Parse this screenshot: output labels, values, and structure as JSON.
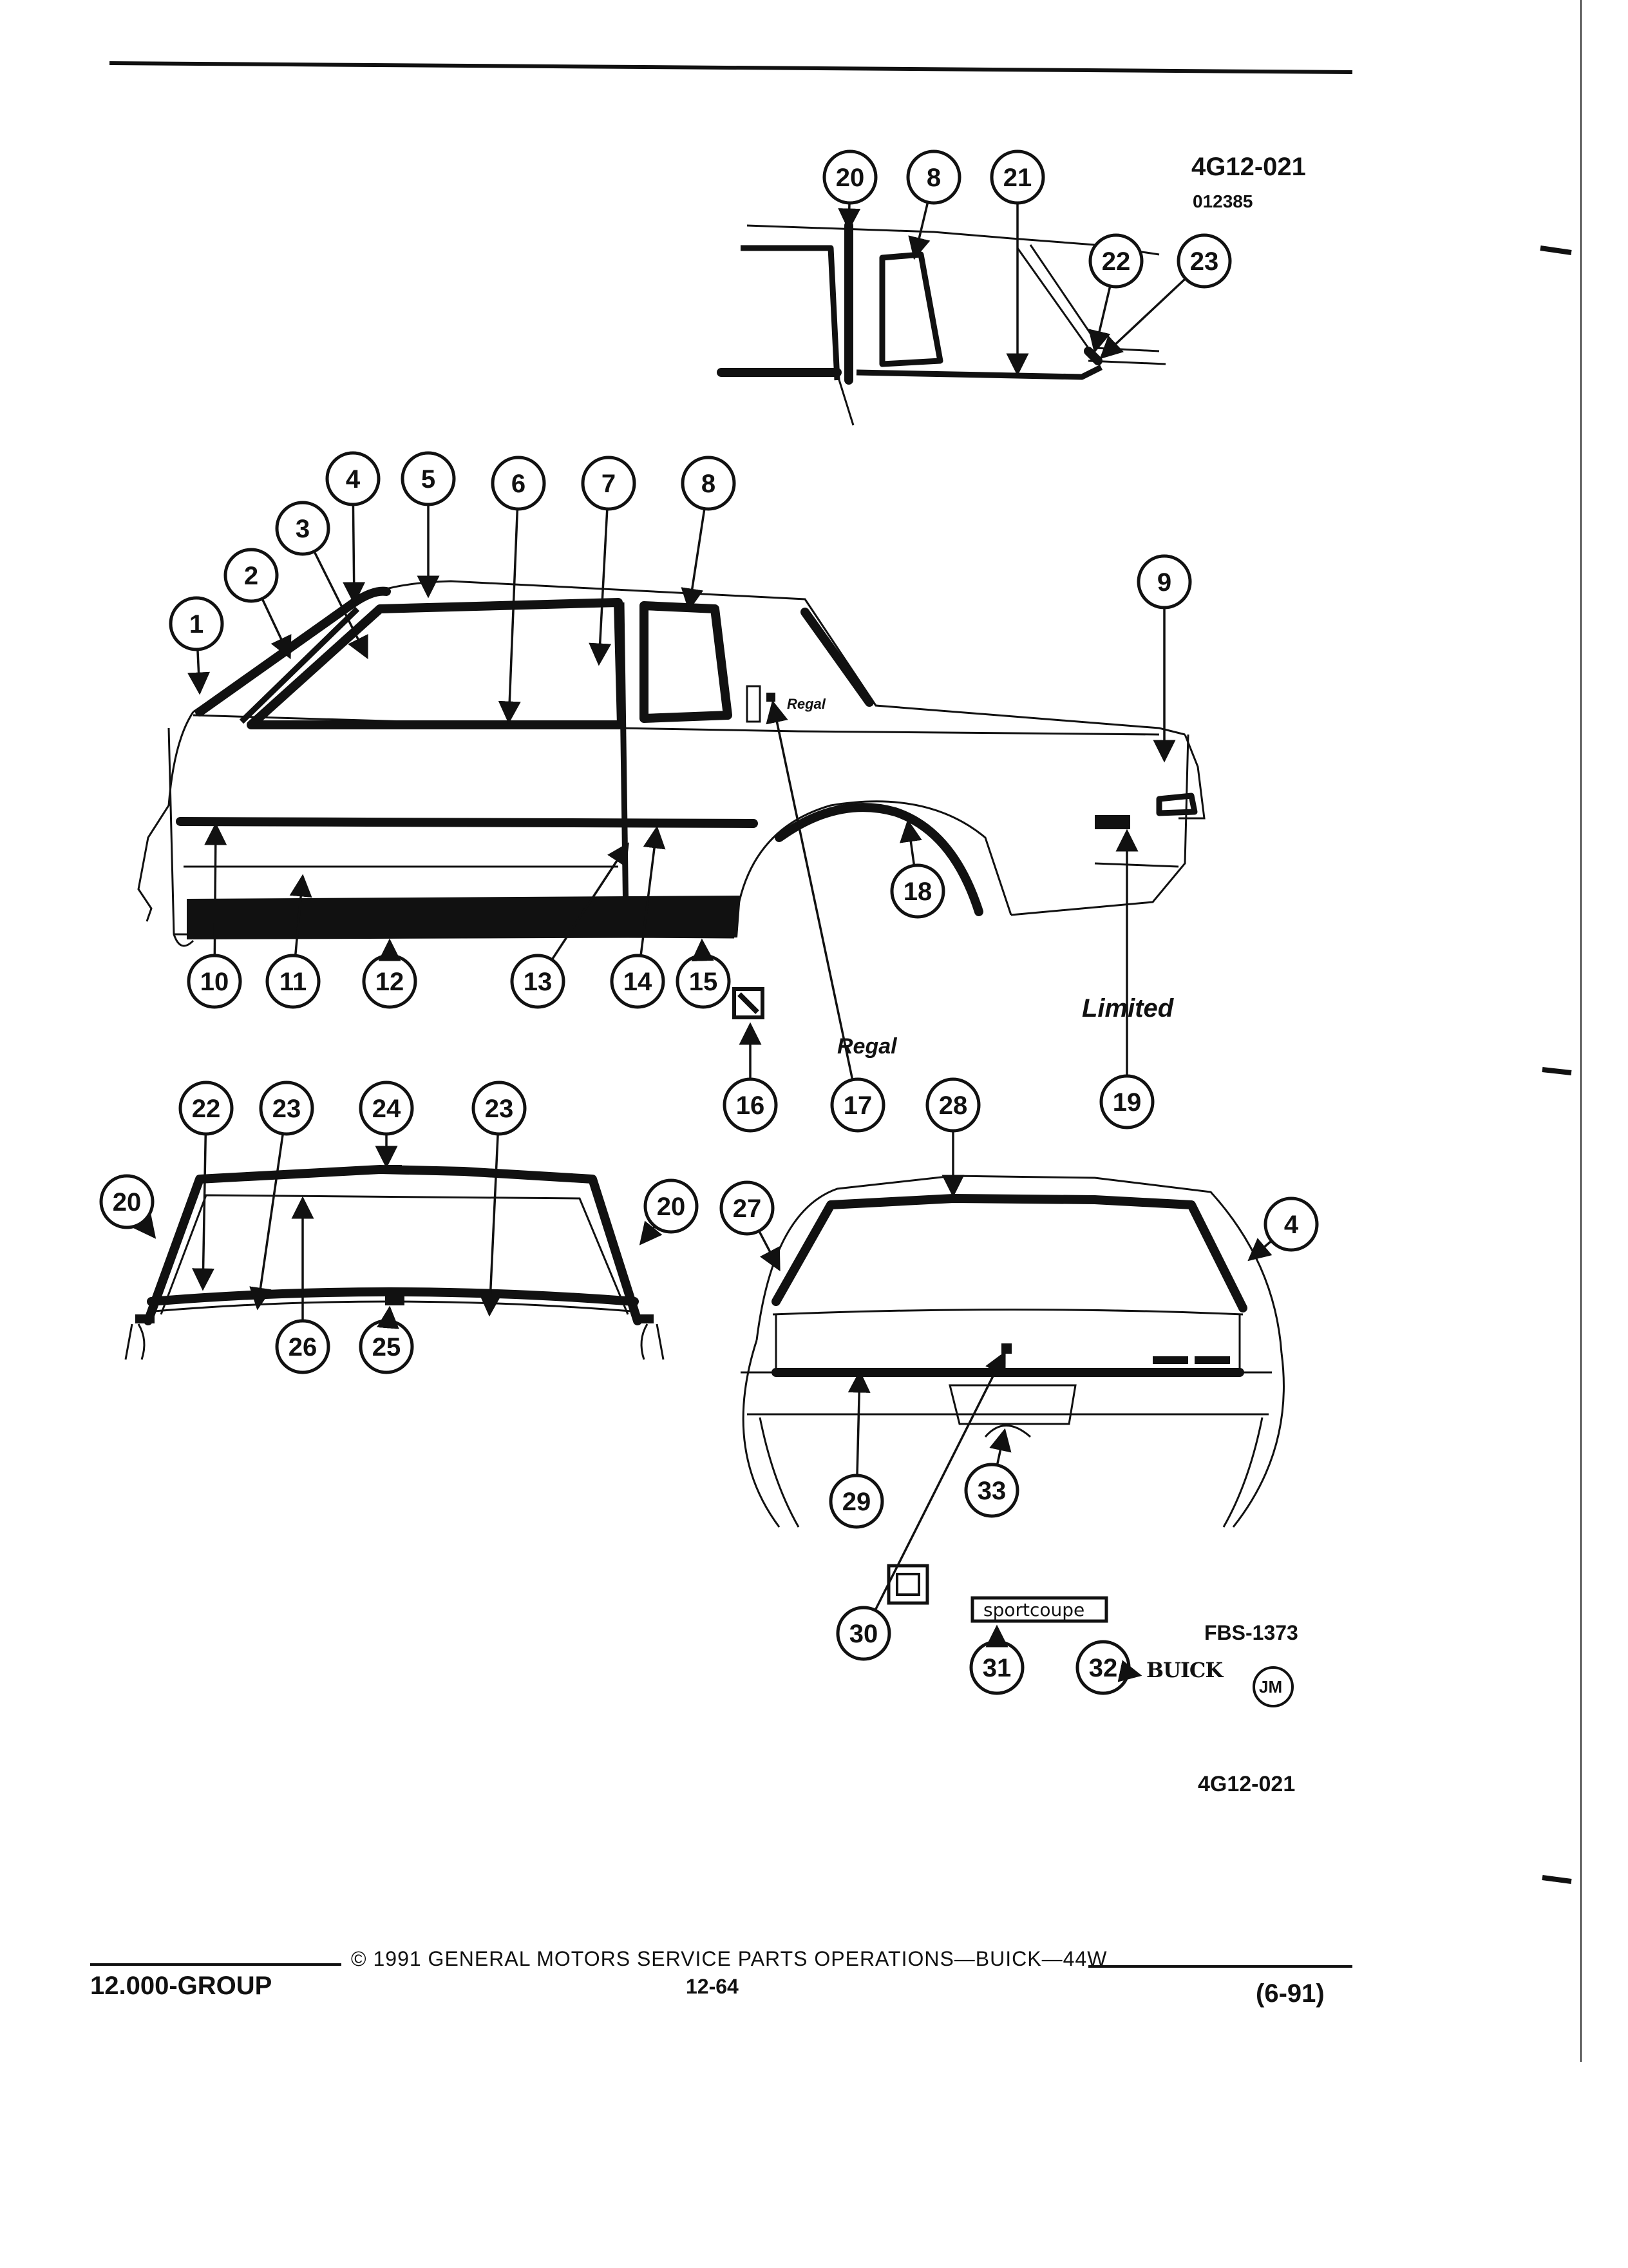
{
  "labels": {
    "drawing_id_top": "4G12-021",
    "drawing_date": "012385",
    "fbs_number": "FBS-1373",
    "jm_mark": "JM",
    "drawing_id_bottom": "4G12-021"
  },
  "emblems": {
    "sportcoupe": "sportcoupe",
    "buick": "BUICK"
  },
  "callouts": [
    {
      "id": "20",
      "group": "inset"
    },
    {
      "id": "8",
      "group": "inset"
    },
    {
      "id": "21",
      "group": "inset"
    },
    {
      "id": "22",
      "group": "inset"
    },
    {
      "id": "23",
      "group": "inset"
    },
    {
      "id": "1",
      "group": "side"
    },
    {
      "id": "2",
      "group": "side"
    },
    {
      "id": "3",
      "group": "side"
    },
    {
      "id": "4",
      "group": "side"
    },
    {
      "id": "5",
      "group": "side"
    },
    {
      "id": "6",
      "group": "side"
    },
    {
      "id": "7",
      "group": "side"
    },
    {
      "id": "8",
      "group": "side"
    },
    {
      "id": "9",
      "group": "side"
    },
    {
      "id": "10",
      "group": "side"
    },
    {
      "id": "11",
      "group": "side"
    },
    {
      "id": "12",
      "group": "side"
    },
    {
      "id": "13",
      "group": "side"
    },
    {
      "id": "14",
      "group": "side"
    },
    {
      "id": "15",
      "group": "side"
    },
    {
      "id": "16",
      "group": "side"
    },
    {
      "id": "17",
      "group": "side"
    },
    {
      "id": "18",
      "group": "side"
    },
    {
      "id": "19",
      "group": "side"
    },
    {
      "id": "22",
      "group": "front"
    },
    {
      "id": "23",
      "group": "front"
    },
    {
      "id": "24",
      "group": "front"
    },
    {
      "id": "23",
      "group": "front"
    },
    {
      "id": "20",
      "group": "front"
    },
    {
      "id": "20",
      "group": "front"
    },
    {
      "id": "26",
      "group": "front"
    },
    {
      "id": "25",
      "group": "front"
    },
    {
      "id": "28",
      "group": "rear"
    },
    {
      "id": "27",
      "group": "rear"
    },
    {
      "id": "4",
      "group": "rear"
    },
    {
      "id": "29",
      "group": "rear"
    },
    {
      "id": "33",
      "group": "rear"
    },
    {
      "id": "30",
      "group": "rear"
    },
    {
      "id": "31",
      "group": "rear"
    },
    {
      "id": "32",
      "group": "rear"
    }
  ],
  "footer": {
    "group": "12.000-GROUP",
    "copyright": "© 1991 GENERAL MOTORS SERVICE PARTS OPERATIONS—BUICK—44W",
    "page": "12-64",
    "revision": "(6-91)"
  }
}
